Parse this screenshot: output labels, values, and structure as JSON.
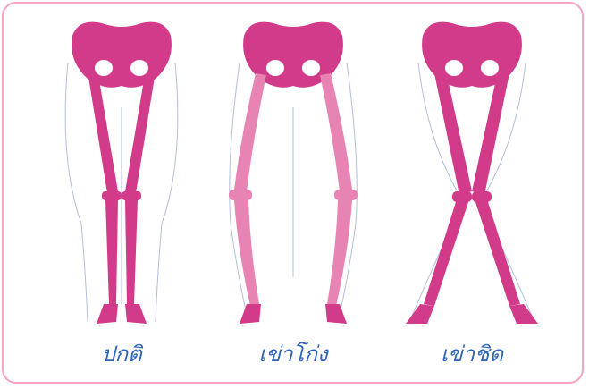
{
  "figures": [
    {
      "caption": "ปกติ",
      "icon": "normal-legs-skeleton-icon"
    },
    {
      "caption": "เข่าโก่ง",
      "icon": "bow-legs-skeleton-icon"
    },
    {
      "caption": "เข่าชิด",
      "icon": "knock-knees-skeleton-icon"
    }
  ],
  "colors": {
    "bone": "#d23a8a",
    "bone_light": "#e784b4",
    "outline": "#8fa3cc",
    "caption": "#2c63b6",
    "frame_border": "#f2a7c4"
  }
}
